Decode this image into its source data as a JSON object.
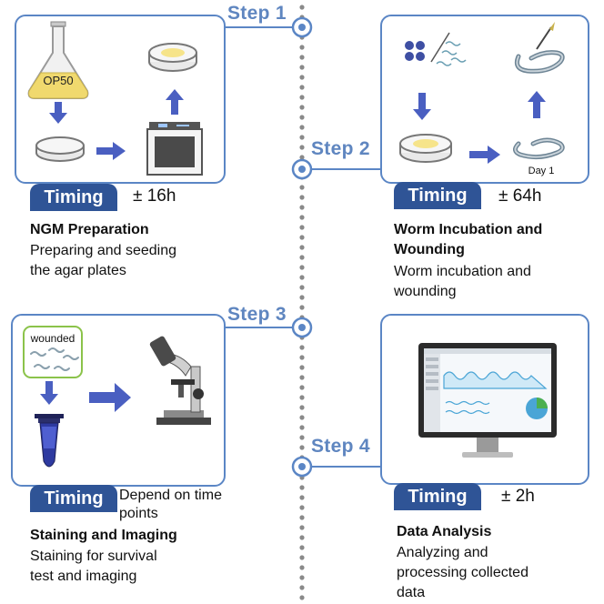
{
  "steps": [
    {
      "label": "Step 1",
      "timing_label": "Timing",
      "duration": "± 16h",
      "title": "NGM Preparation",
      "description": [
        "Preparing and seeding",
        "the agar plates"
      ],
      "flask_label": "OP50"
    },
    {
      "label": "Step 2",
      "timing_label": "Timing",
      "duration": "± 64h",
      "title": [
        "Worm Incubation and",
        "Wounding"
      ],
      "description": [
        "Worm incubation and",
        "wounding"
      ],
      "day_label": "Day 1"
    },
    {
      "label": "Step 3",
      "timing_label": "Timing",
      "duration": [
        "Depend on time",
        "points"
      ],
      "title": "Staining and Imaging",
      "description": [
        "Staining for survival",
        "test and imaging"
      ],
      "box_label": "wounded"
    },
    {
      "label": "Step 4",
      "timing_label": "Timing",
      "duration": "± 2h",
      "title": "Data Analysis",
      "description": [
        "Analyzing and",
        "processing collected",
        "data"
      ]
    }
  ],
  "colors": {
    "accent": "#5b86c5",
    "badge": "#2f5496",
    "arrow": "#4a5fc1",
    "plate_yellow": "#f6e48a",
    "timeline_dots": "#8a8a8a"
  },
  "icons": [
    "flask-icon",
    "petri-dish-icon",
    "incubator-icon",
    "worm-icon",
    "microscope-icon",
    "tube-icon",
    "monitor-icon",
    "scalpel-icon"
  ]
}
